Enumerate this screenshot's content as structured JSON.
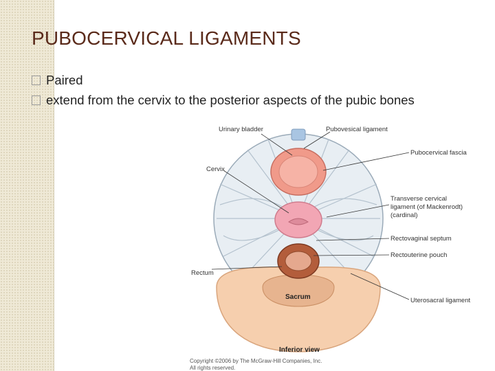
{
  "slide": {
    "title": "PUBOCERVICAL LIGAMENTS",
    "bullets": [
      "Paired",
      "extend from the cervix to the posterior aspects of the pubic bones"
    ]
  },
  "figure": {
    "labels": {
      "urinary_bladder": "Urinary bladder",
      "pubovesical_ligament": "Pubovesical ligament",
      "pubocervical_fascia": "Pubocervical fascia",
      "cervix": "Cervix",
      "transverse_cervical_1": "Transverse cervical",
      "transverse_cervical_2": "ligament (of Mackenrodt)",
      "transverse_cervical_3": "(cardinal)",
      "rectovaginal_septum": "Rectovaginal septum",
      "rectouterine_pouch": "Rectouterine pouch",
      "rectum": "Rectum",
      "sacrum": "Sacrum",
      "uterosacral_ligament": "Uterosacral ligament",
      "inferior_view": "Inferior view"
    },
    "copyright_1": "Copyright ©2006 by The McGraw-Hill Companies, Inc.",
    "copyright_2": "All rights reserved."
  }
}
